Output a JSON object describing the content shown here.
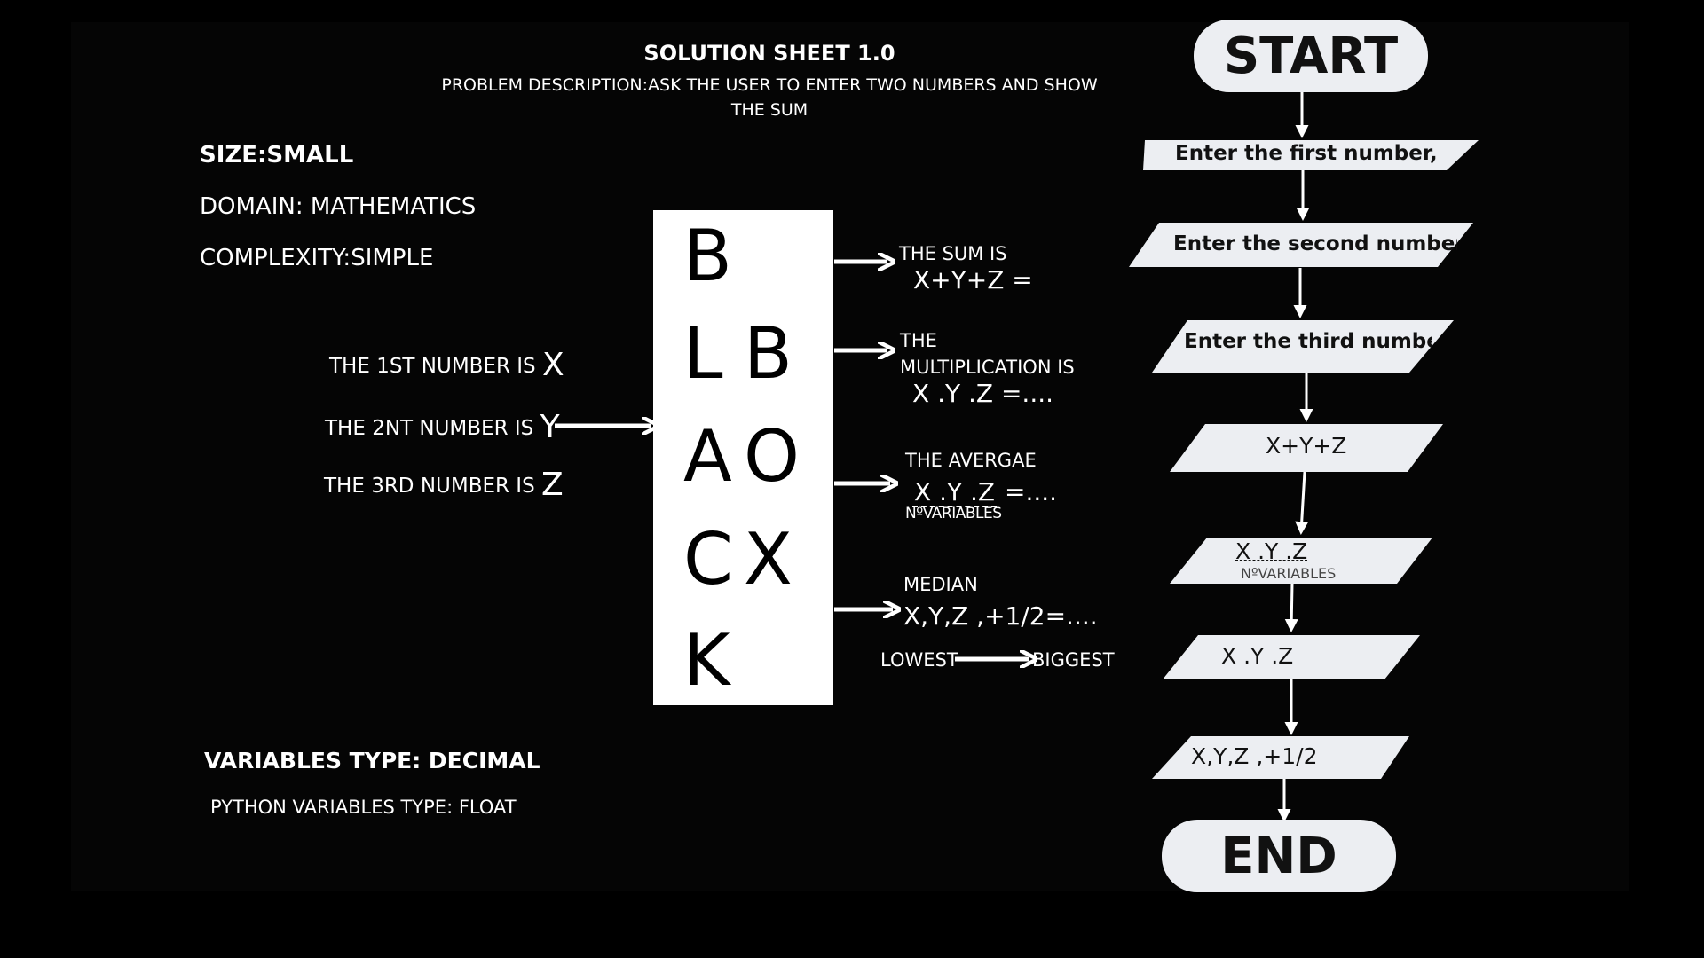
{
  "header": {
    "title": "SOLUTION SHEET 1.0",
    "description_line1": "PROBLEM DESCRIPTION:ASK THE USER TO ENTER TWO NUMBERS AND SHOW",
    "description_line2": "THE SUM"
  },
  "meta": {
    "size": "SIZE:SMALL",
    "domain": "DOMAIN: MATHEMATICS",
    "complexity": "COMPLEXITY:SIMPLE"
  },
  "inputs": [
    {
      "label": "THE 1ST NUMBER IS",
      "var": "X"
    },
    {
      "label": "THE 2NT NUMBER IS",
      "var": "Y"
    },
    {
      "label": "THE 3RD NUMBER IS",
      "var": "Z"
    }
  ],
  "black_box": {
    "letters": [
      "B",
      "L",
      "A",
      "C",
      "K",
      "B",
      "O",
      "X"
    ]
  },
  "outputs": {
    "sum": {
      "label": "THE SUM IS",
      "formula": "X+Y+Z ="
    },
    "multiplication": {
      "label1": "THE",
      "label2": "MULTIPLICATION IS",
      "formula": "X .Y .Z  =...."
    },
    "average": {
      "label": "THE AVERGAE",
      "numerator": "X .Y .Z",
      "equals": " =....",
      "denominator": "NºVARIABLES"
    },
    "median": {
      "label": "MEDIAN",
      "formula": "X,Y,Z ,+1/2=....",
      "lowest": "LOWEST",
      "biggest": "BIGGEST"
    }
  },
  "variables": {
    "type": "VARIABLES TYPE: DECIMAL",
    "python_type": "PYTHON VARIABLES TYPE: FLOAT"
  },
  "flowchart": {
    "start": "START",
    "step1": "Enter the first number, X",
    "step2": "Enter the second number, Y",
    "step3": "Enter the third number, Z",
    "step4": "X+Y+Z",
    "step5_num": "X .Y .Z",
    "step5_den": "NºVARIABLES",
    "step6": "X .Y .Z",
    "step7": "X,Y,Z ,+1/2",
    "end": "END"
  },
  "colors": {
    "background": "#000000",
    "shape_fill": "#eceef2",
    "text_light": "#ffffff"
  }
}
